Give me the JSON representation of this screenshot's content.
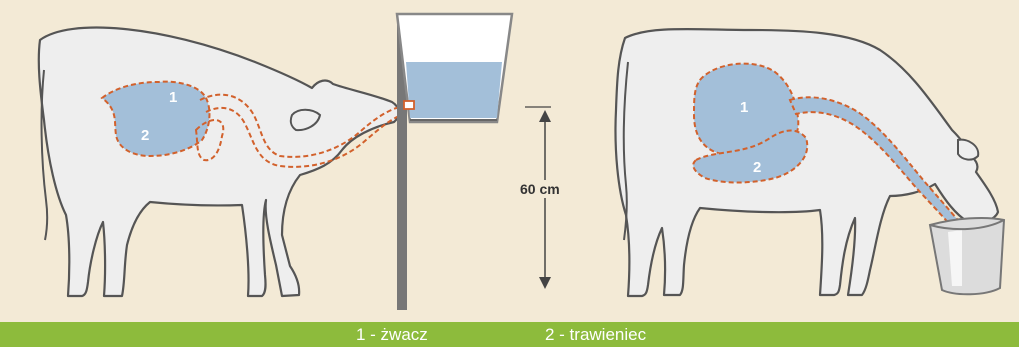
{
  "left_calf": {
    "rumen_number": "1",
    "abomasum_number": "2"
  },
  "right_calf": {
    "rumen_number": "1",
    "abomasum_number": "2"
  },
  "height_marker": {
    "text": "60 cm"
  },
  "legend": {
    "item1": "1 - żwacz",
    "item2": "2 - trawieniec"
  },
  "colors": {
    "background": "#f3ead6",
    "body_fill": "#eeeeee",
    "outline": "#555555",
    "organ_fill": "#a3bfd9",
    "dashed_line": "#d2612c",
    "legend_bar": "#8dbb3c"
  }
}
